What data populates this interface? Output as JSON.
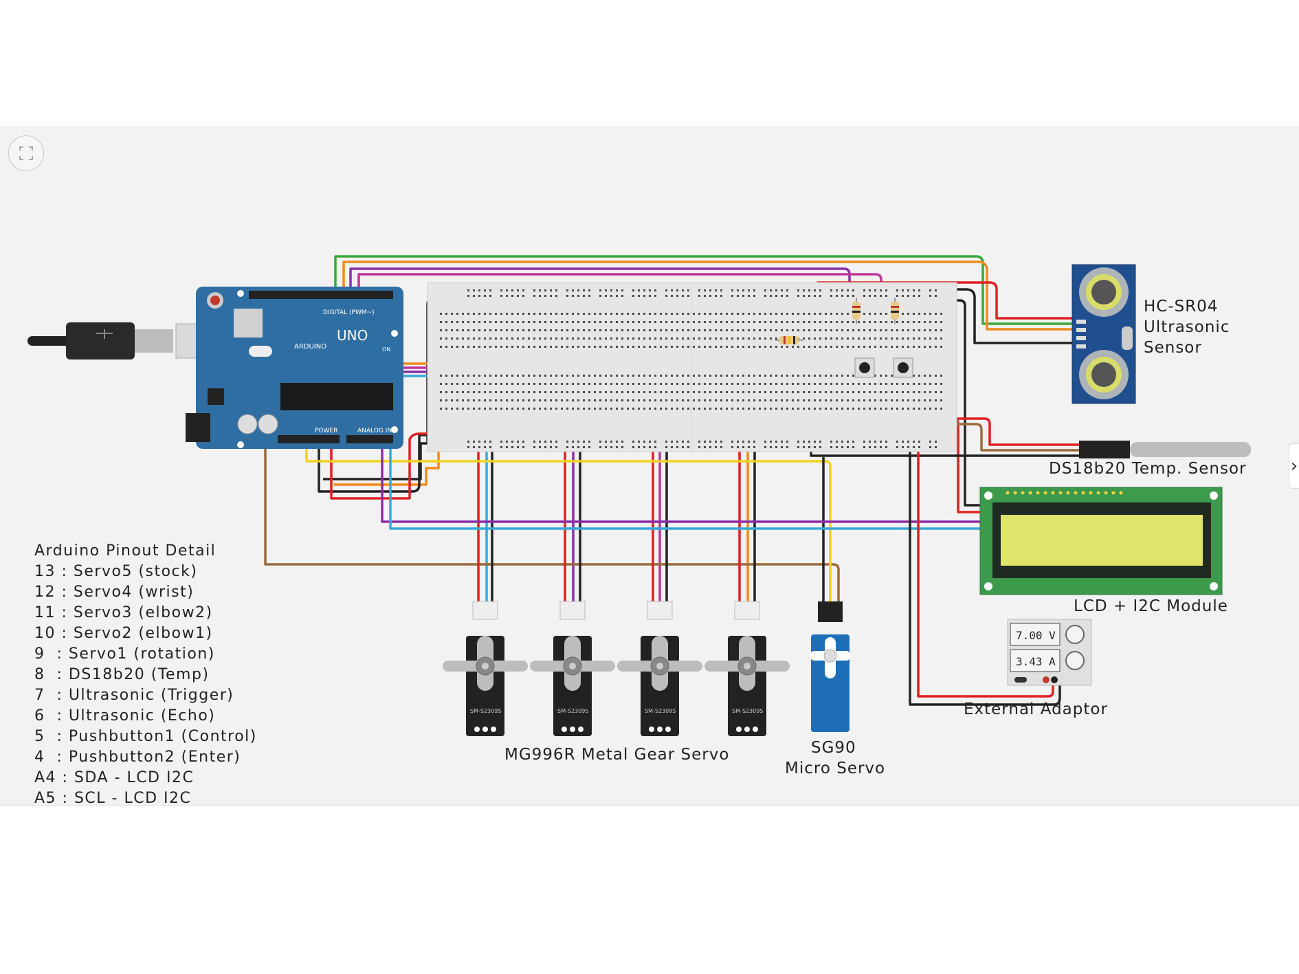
{
  "controls": {
    "fullscreen_icon": "fullscreen-icon",
    "side_tab_icon": "chevron-right-icon",
    "side_tab_glyph": "›"
  },
  "labels": {
    "hcsr04_line1": "HC-SR04",
    "hcsr04_line2": "Ultrasonic",
    "hcsr04_line3": "Sensor",
    "ds18b20": "DS18b20 Temp. Sensor",
    "lcd": "LCD + I2C Module",
    "adaptor": "External Adaptor",
    "mg996r": "MG996R Metal Gear Servo",
    "sg90_line1": "SG90",
    "sg90_line2": "Micro Servo"
  },
  "pinout": {
    "title": "Arduino Pinout Detail",
    "rows": [
      "13 : Servo5 (stock)",
      "12 : Servo4 (wrist)",
      "11 : Servo3 (elbow2)",
      "10 : Servo2 (elbow1)",
      "9  : Servo1 (rotation)",
      "8  : DS18b20 (Temp)",
      "7  : Ultrasonic (Trigger)",
      "6  : Ultrasonic (Echo)",
      "5  : Pushbutton1 (Control)",
      "4  : Pushbutton2 (Enter)",
      "A4 : SDA - LCD I2C",
      "A5 : SCL - LCD I2C"
    ]
  },
  "meter": {
    "voltage": "7.00 V",
    "current": "3.43 A"
  },
  "board": {
    "name": "UNO",
    "brand": "ARDUINO",
    "digital_label": "DIGITAL (PWM~)",
    "power_label": "POWER",
    "analog_label": "ANALOG IN",
    "on_label": "ON"
  },
  "servo_model": "SM-S2309S",
  "colors": {
    "canvas": "#f2f2f2",
    "arduino": "#2f6ea3",
    "breadboard": "#e6e6e6",
    "lcd_pcb": "#3c9a4c",
    "lcd_screen": "#dfe46a",
    "sensor_pcb": "#1f4f8f",
    "wire_red": "#e02020",
    "wire_black": "#222222",
    "wire_green": "#3aa83a",
    "wire_orange": "#f08a1c",
    "wire_purple": "#8a2ea8",
    "wire_magenta": "#c0359a",
    "wire_cyan": "#3aa8d8",
    "wire_brown": "#9a6a3a",
    "wire_yellow": "#f2d21c"
  }
}
